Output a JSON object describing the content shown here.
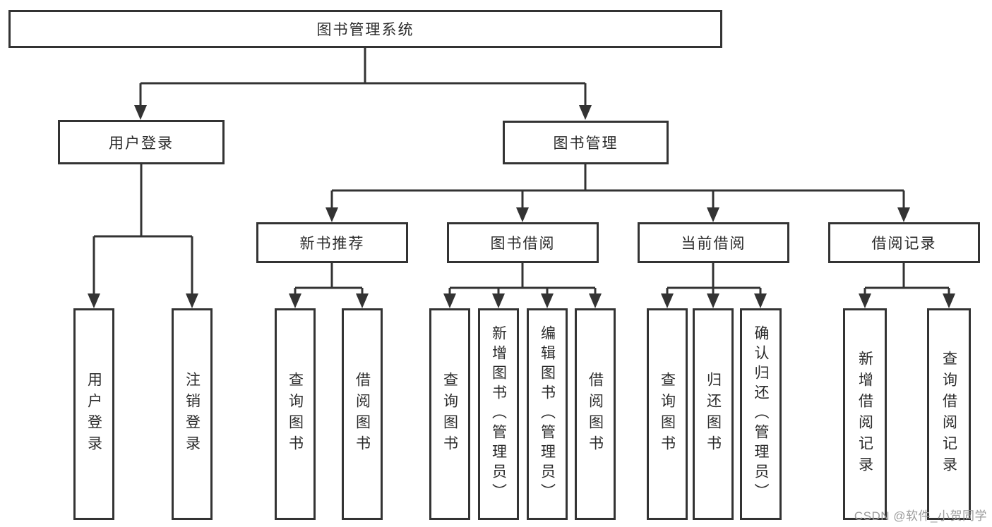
{
  "tree": {
    "root": {
      "label": "图书管理系统",
      "children": [
        {
          "label": "用户登录",
          "children": [
            {
              "label": "用户登录"
            },
            {
              "label": "注销登录"
            }
          ]
        },
        {
          "label": "图书管理",
          "children": [
            {
              "label": "新书推荐",
              "children": [
                {
                  "label": "查询图书"
                },
                {
                  "label": "借阅图书"
                }
              ]
            },
            {
              "label": "图书借阅",
              "children": [
                {
                  "label": "查询图书"
                },
                {
                  "label": "新增图书（管理员）"
                },
                {
                  "label": "编辑图书（管理员）"
                },
                {
                  "label": "借阅图书"
                }
              ]
            },
            {
              "label": "当前借阅",
              "children": [
                {
                  "label": "查询图书"
                },
                {
                  "label": "归还图书"
                },
                {
                  "label": "确认归还（管理员）"
                }
              ]
            },
            {
              "label": "借阅记录",
              "children": [
                {
                  "label": "新增借阅记录"
                },
                {
                  "label": "查询借阅记录"
                }
              ]
            }
          ]
        }
      ]
    }
  },
  "watermark": {
    "text": "CSDN @软件_小贺同学"
  },
  "colors": {
    "line": "#333333",
    "box_background": "#ffffff",
    "text": "#2b2b2b",
    "watermark": "#9b9b9b"
  }
}
